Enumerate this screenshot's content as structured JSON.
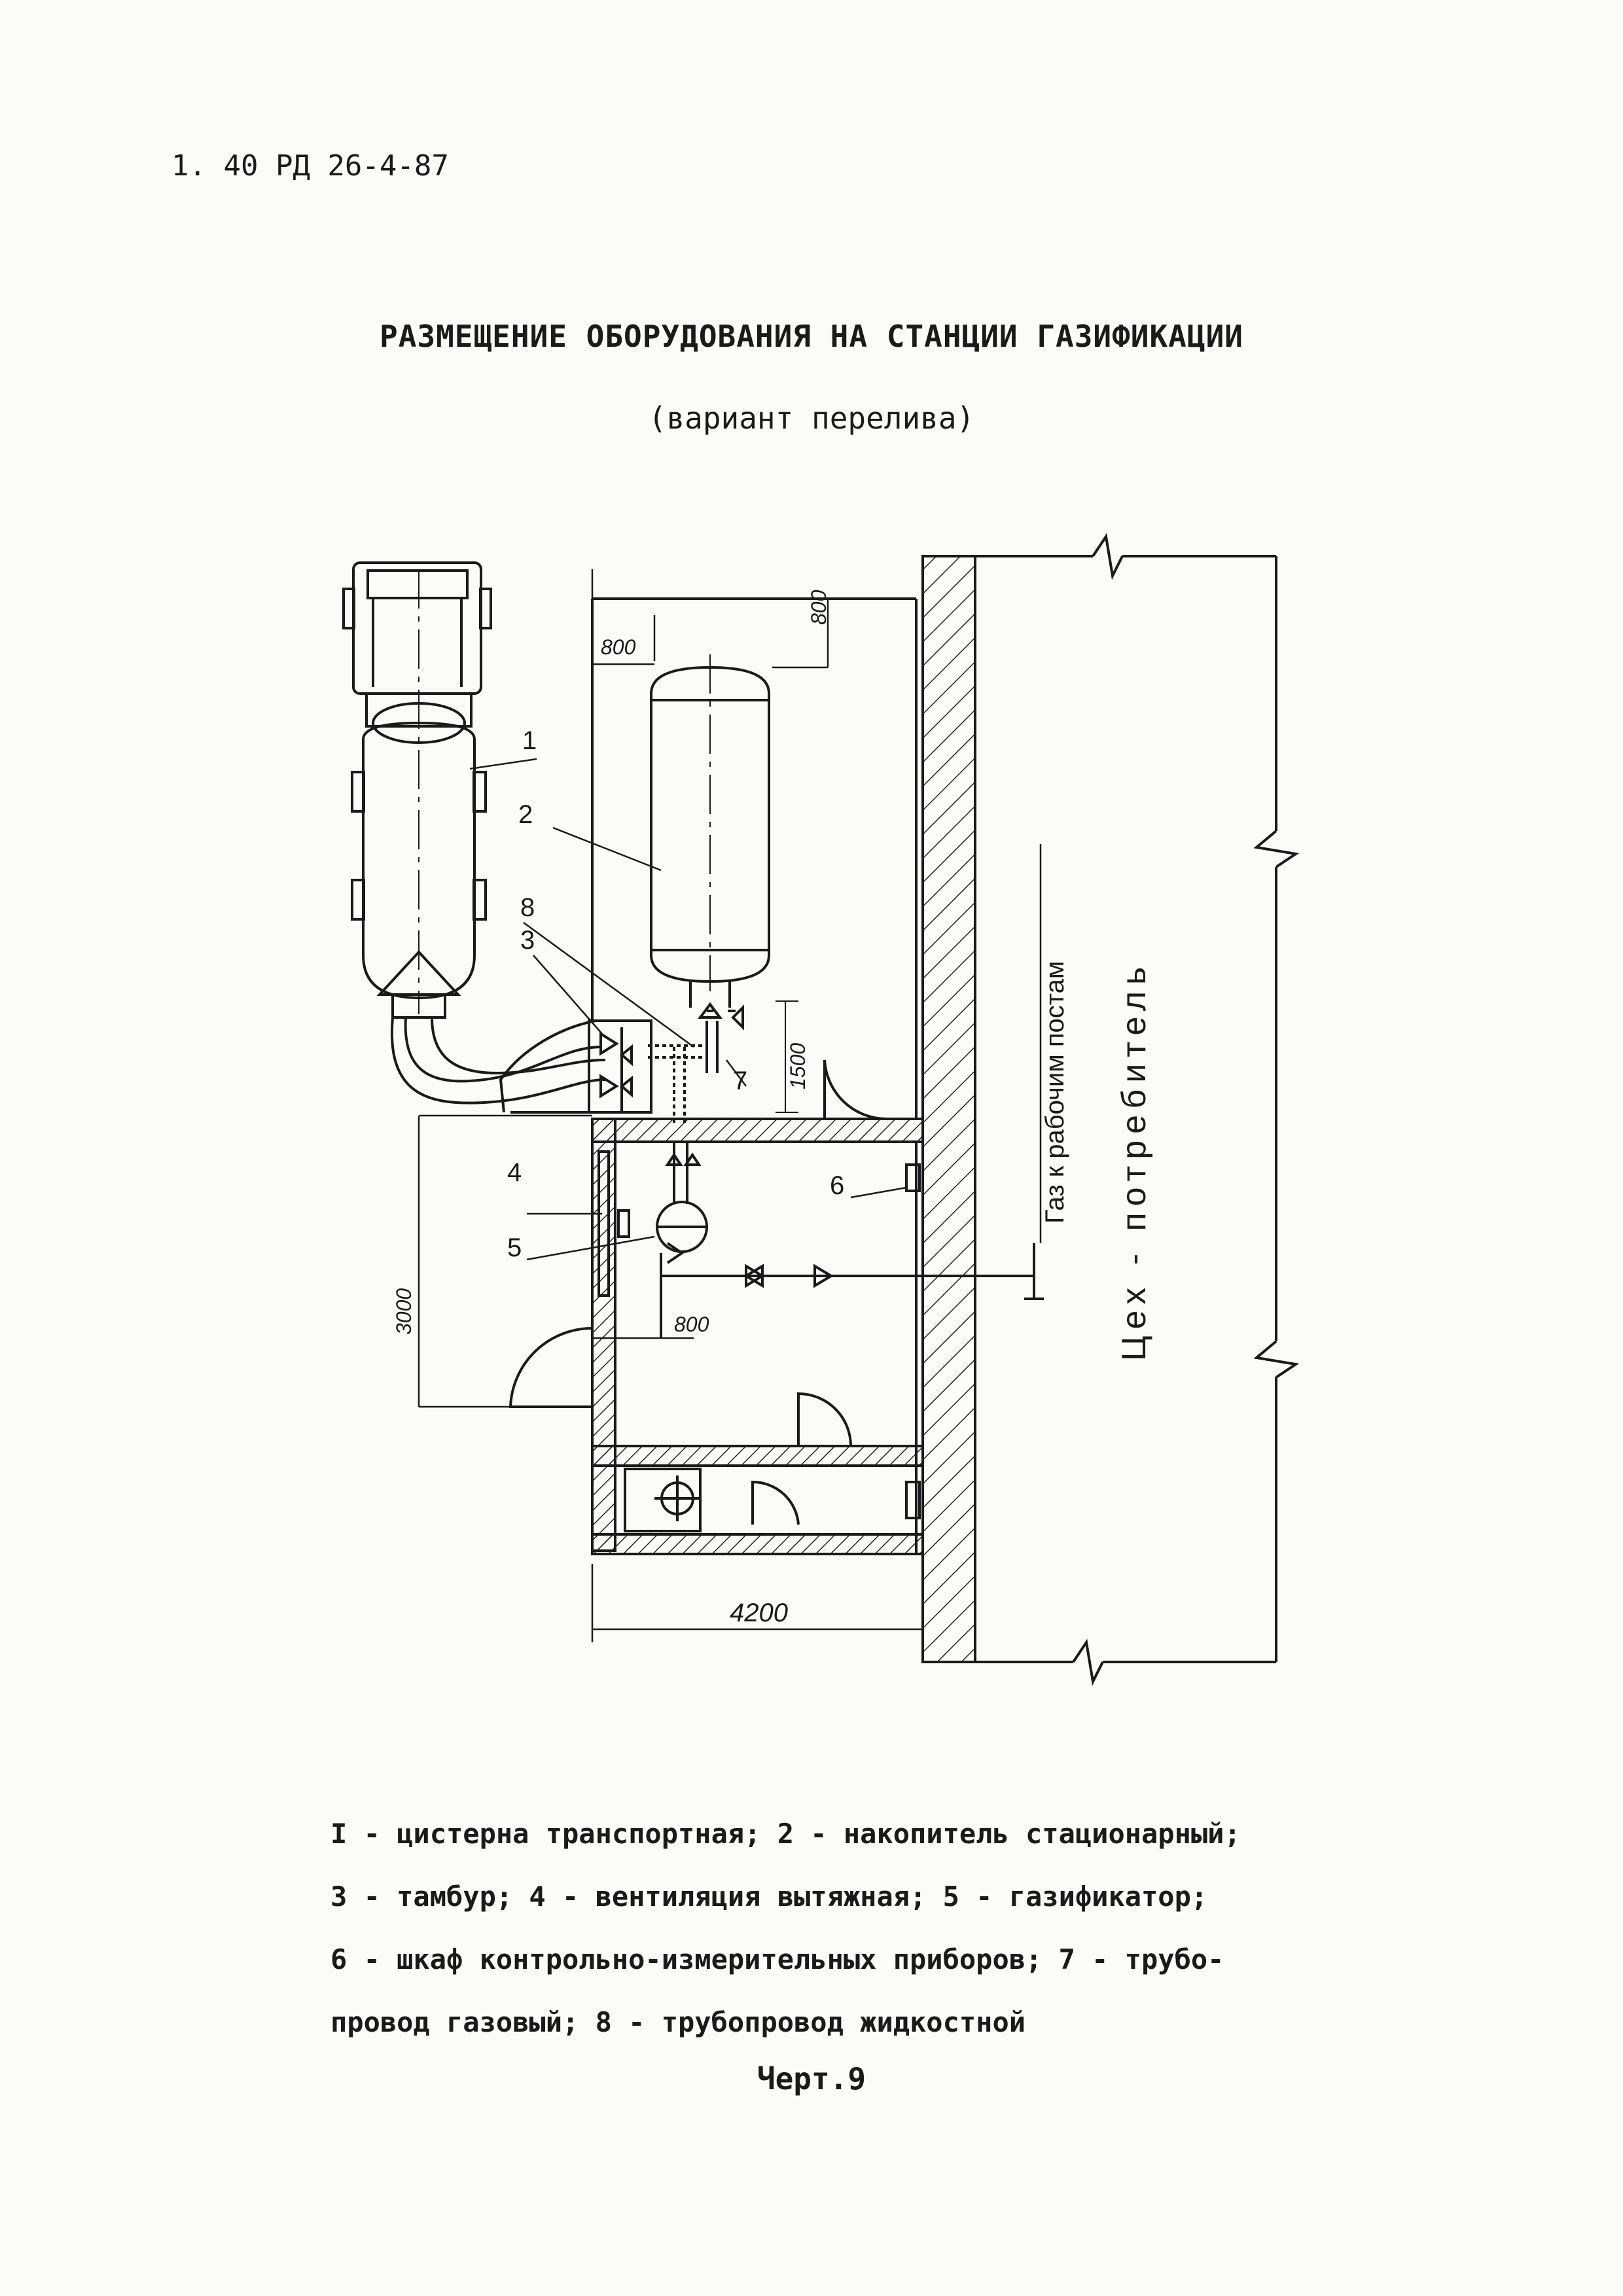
{
  "header": {
    "code": "1. 40 РД 26-4-87"
  },
  "title": "РАЗМЕЩЕНИЕ ОБОРУДОВАНИЯ НА СТАНЦИИ ГАЗИФИКАЦИИ",
  "subtitle": "(вариант перелива)",
  "drawing": {
    "callouts": [
      "1",
      "2",
      "8",
      "3",
      "7",
      "4",
      "5",
      "6"
    ],
    "dimensions": {
      "d800_left": "800",
      "d800_top": "800",
      "d1500": "1500",
      "d3000": "3000",
      "d800_bottom": "800",
      "d4200": "4200"
    },
    "gas_to_posts": "Газ к рабочим постам",
    "workshop": "Цех - потребитель"
  },
  "legend": [
    "I - цистерна транспортная; 2 - накопитель стационарный;",
    "3 - тамбур; 4 - вентиляция вытяжная; 5 - газификатор;",
    "6 - шкаф контрольно-измерительных приборов; 7 - трубо-",
    "провод газовый; 8 - трубопровод жидкостной"
  ],
  "caption": "Черт.9"
}
